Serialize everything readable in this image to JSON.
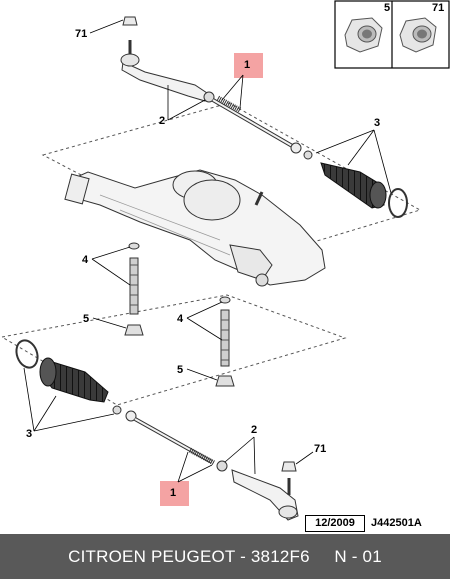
{
  "callouts": {
    "top_71": "71",
    "top_1": "1",
    "top_2": "2",
    "top_3": "3",
    "mid_4a": "4",
    "mid_5a": "5",
    "mid_4b": "4",
    "mid_5b": "5",
    "low_3": "3",
    "low_2": "2",
    "low_71": "71",
    "low_1": "1"
  },
  "inset": {
    "left_label": "5",
    "right_label": "71"
  },
  "date_stamp": "12/2009",
  "reference_code": "J442501A",
  "footer_text": "CITROEN PEUGEOT - 3812F6     N - 01",
  "colors": {
    "highlight": "#f4a3a3",
    "footer_bg": "#595959",
    "part_fill": "#f2f2f2",
    "outline": "#333333"
  }
}
